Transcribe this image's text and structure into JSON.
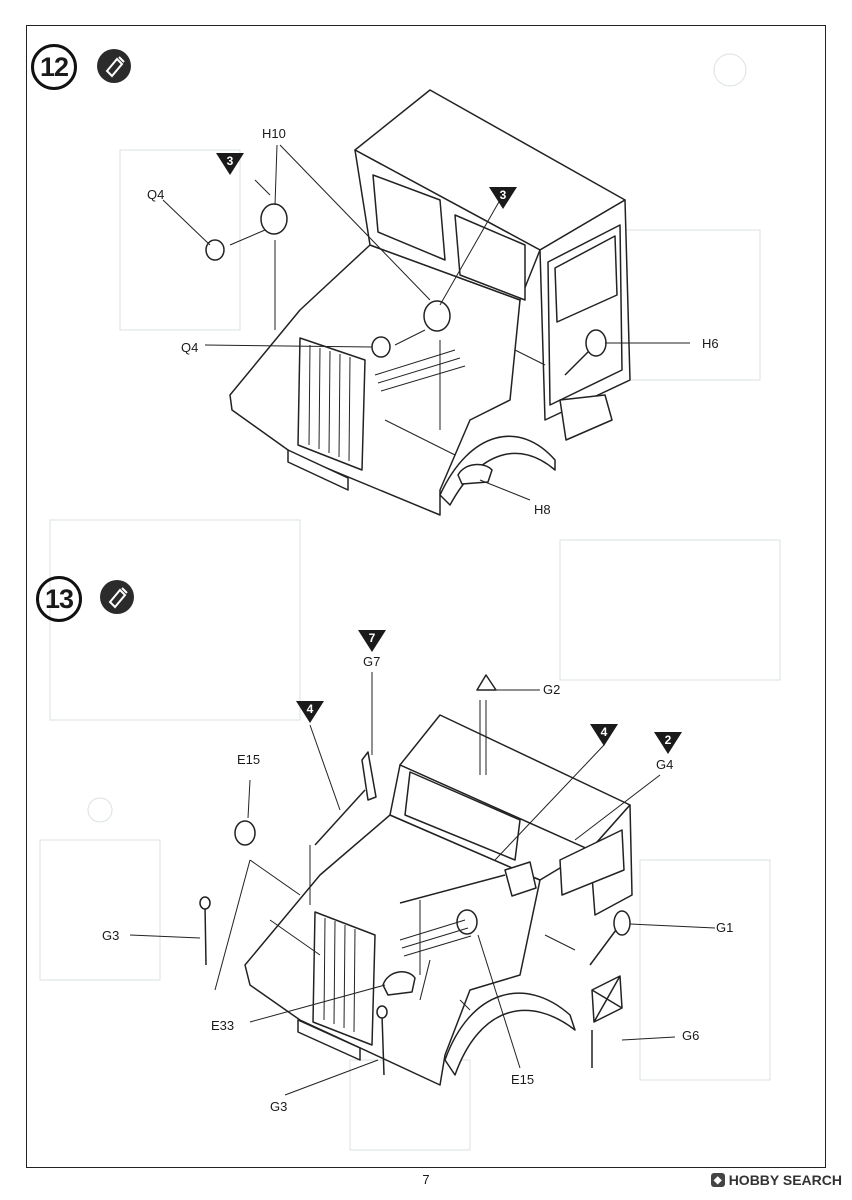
{
  "steps": [
    {
      "number": "12",
      "glue_icon": "glue-bottle-icon"
    },
    {
      "number": "13",
      "glue_icon": "glue-bottle-icon"
    }
  ],
  "step12": {
    "parts": [
      "H10",
      "Q4",
      "Q4",
      "H6",
      "H8"
    ],
    "color_refs": [
      "3",
      "3"
    ]
  },
  "step13": {
    "parts": [
      "G7",
      "G2",
      "E15",
      "G4",
      "G1",
      "G3",
      "E33",
      "G6",
      "G3",
      "E15"
    ],
    "color_refs": [
      "7",
      "4",
      "4",
      "2"
    ]
  },
  "footer": {
    "page_number": "7",
    "watermark": "HOBBY SEARCH"
  }
}
